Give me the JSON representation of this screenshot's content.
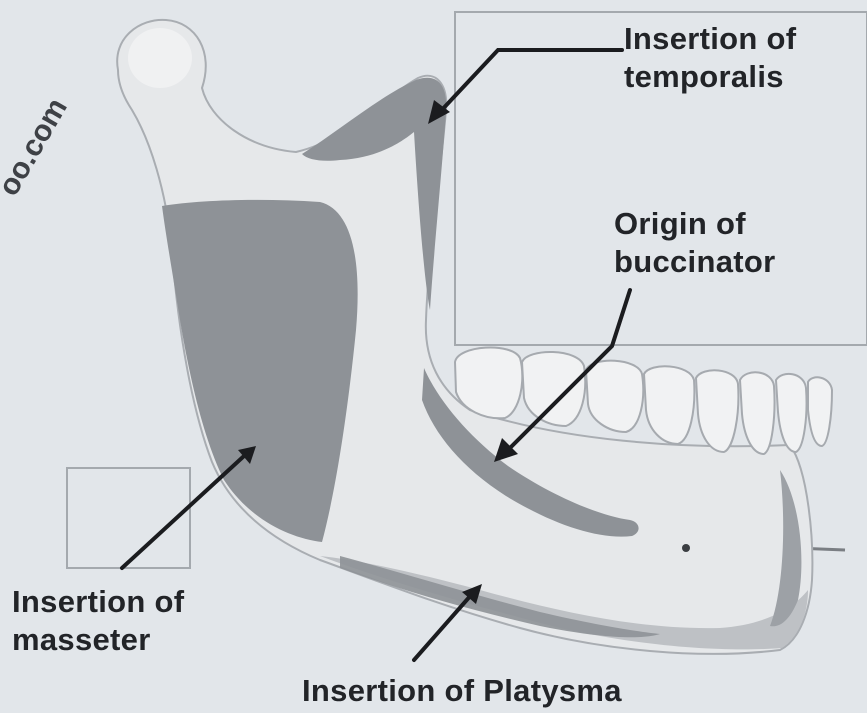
{
  "watermark": "oo.com",
  "labels": {
    "temporalis_line1": "Insertion of",
    "temporalis_line2": "temporalis",
    "buccinator_line1": "Origin of",
    "buccinator_line2": "buccinator",
    "masseter_line1": "Insertion of",
    "masseter_line2": "masseter",
    "platysma": "Insertion of Platysma"
  },
  "colors": {
    "background": "#e2e6ea",
    "bone": "#e6e8ea",
    "bone_shadow": "#b9bdc1",
    "muscle_area": "#8e9297",
    "text": "#222428",
    "leader_line": "#1b1c1f"
  }
}
